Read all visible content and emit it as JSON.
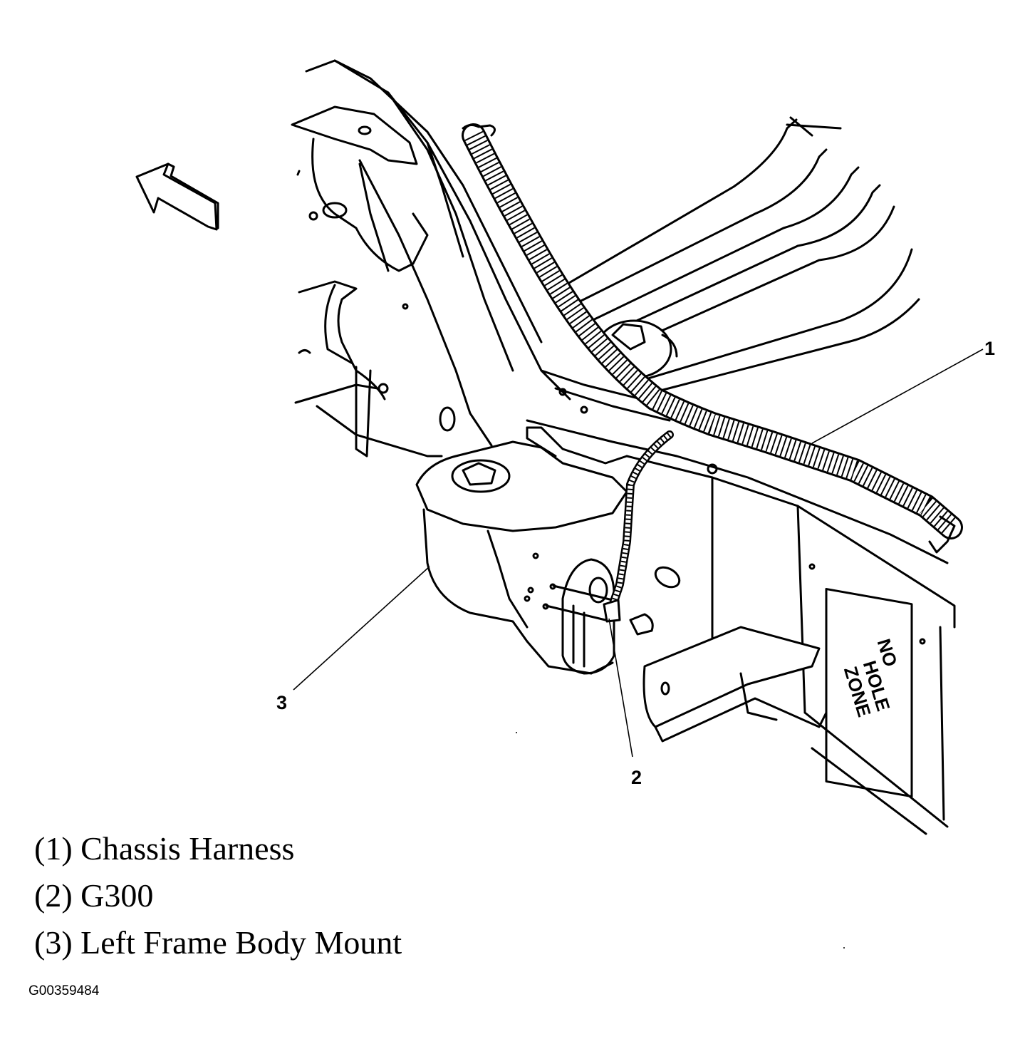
{
  "diagram": {
    "callouts": [
      {
        "id": "1",
        "label": "1"
      },
      {
        "id": "2",
        "label": "2"
      },
      {
        "id": "3",
        "label": "3"
      }
    ],
    "stamp": [
      "NO",
      "HOLE",
      "ZONE"
    ],
    "arrow_icon": "direction-arrow-icon"
  },
  "legend": [
    "(1) Chassis Harness",
    "(2) G300",
    "(3) Left Frame Body Mount"
  ],
  "figure_id": "G00359484"
}
